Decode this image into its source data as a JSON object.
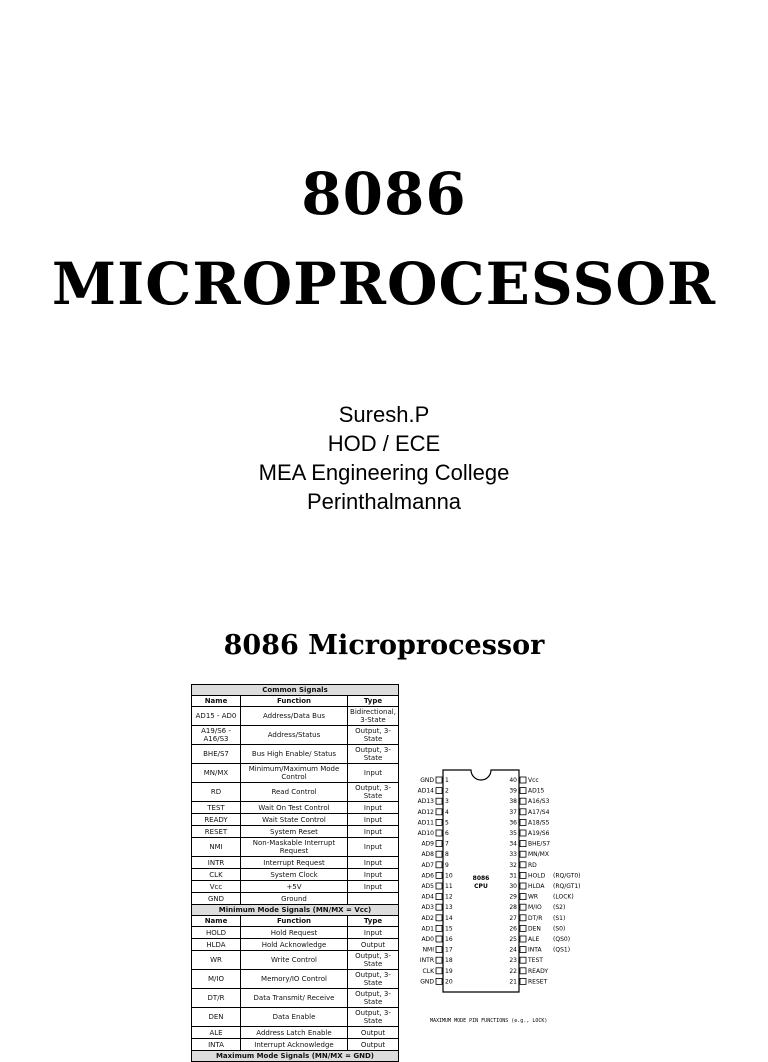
{
  "slide1": {
    "title_line1": "8086",
    "title_line2": "MICROPROCESSOR",
    "author_lines": [
      "Suresh.P",
      "HOD / ECE",
      "MEA Engineering College",
      "Perinthalmanna"
    ]
  },
  "slide2": {
    "title": "8086 Microprocessor",
    "common_signals": {
      "header": "Common Signals",
      "columns": [
        "Name",
        "Function",
        "Type"
      ],
      "rows": [
        [
          "AD15 - AD0",
          "Address/Data Bus",
          "Bidirectional, 3-State"
        ],
        [
          "A19/S6 - A16/S3",
          "Address/Status",
          "Output, 3-State"
        ],
        [
          "BHE/S7",
          "Bus High Enable/ Status",
          "Output, 3-State"
        ],
        [
          "MN/MX",
          "Minimum/Maximum Mode Control",
          "Input"
        ],
        [
          "RD",
          "Read Control",
          "Output, 3-State"
        ],
        [
          "TEST",
          "Wait On Test Control",
          "Input"
        ],
        [
          "READY",
          "Wait State Control",
          "Input"
        ],
        [
          "RESET",
          "System Reset",
          "Input"
        ],
        [
          "NMI",
          "Non-Maskable Interrupt Request",
          "Input"
        ],
        [
          "INTR",
          "Interrupt Request",
          "Input"
        ],
        [
          "CLK",
          "System Clock",
          "Input"
        ],
        [
          "Vcc",
          "+5V",
          "Input"
        ],
        [
          "GND",
          "Ground",
          ""
        ]
      ]
    },
    "min_mode": {
      "header": "Minimum Mode Signals (MN/MX = Vcc)",
      "columns": [
        "Name",
        "Function",
        "Type"
      ],
      "rows": [
        [
          "HOLD",
          "Hold Request",
          "Input"
        ],
        [
          "HLDA",
          "Hold Acknowledge",
          "Output"
        ],
        [
          "WR",
          "Write Control",
          "Output, 3-State"
        ],
        [
          "M/IO",
          "Memory/IO Control",
          "Output, 3-State"
        ],
        [
          "DT/R",
          "Data Transmit/ Receive",
          "Output, 3-State"
        ],
        [
          "DEN",
          "Data Enable",
          "Output, 3-State"
        ],
        [
          "ALE",
          "Address Latch Enable",
          "Output"
        ],
        [
          "INTA",
          "Interrupt Acknowledge",
          "Output"
        ]
      ]
    },
    "max_mode_header": "Maximum Mode Signals (MN/MX = GND)",
    "chip": {
      "label_line1": "8086",
      "label_line2": "CPU",
      "left_pins": [
        "GND",
        "AD14",
        "AD13",
        "AD12",
        "AD11",
        "AD10",
        "AD9",
        "AD8",
        "AD7",
        "AD6",
        "AD5",
        "AD4",
        "AD3",
        "AD2",
        "AD1",
        "AD0",
        "NMI",
        "INTR",
        "CLK",
        "GND"
      ],
      "right_pins": [
        "Vcc",
        "AD15",
        "A16/S3",
        "A17/S4",
        "A18/S5",
        "A19/S6",
        "BHE/S7",
        "MN/MX",
        "RD",
        "HOLD",
        "HLDA",
        "WR",
        "M/IO",
        "DT/R",
        "DEN",
        "ALE",
        "INTA",
        "TEST",
        "READY",
        "RESET"
      ],
      "right_alt": [
        "",
        "",
        "",
        "",
        "",
        "",
        "",
        "",
        "",
        "(RQ/GT0)",
        "(RQ/GT1)",
        "(LOCK)",
        "(S2)",
        "(S1)",
        "(S0)",
        "(QS0)",
        "(QS1)",
        "",
        "",
        ""
      ],
      "footnote": "MAXIMUM MODE PIN FUNCTIONS (e.g., LOCK)"
    }
  }
}
